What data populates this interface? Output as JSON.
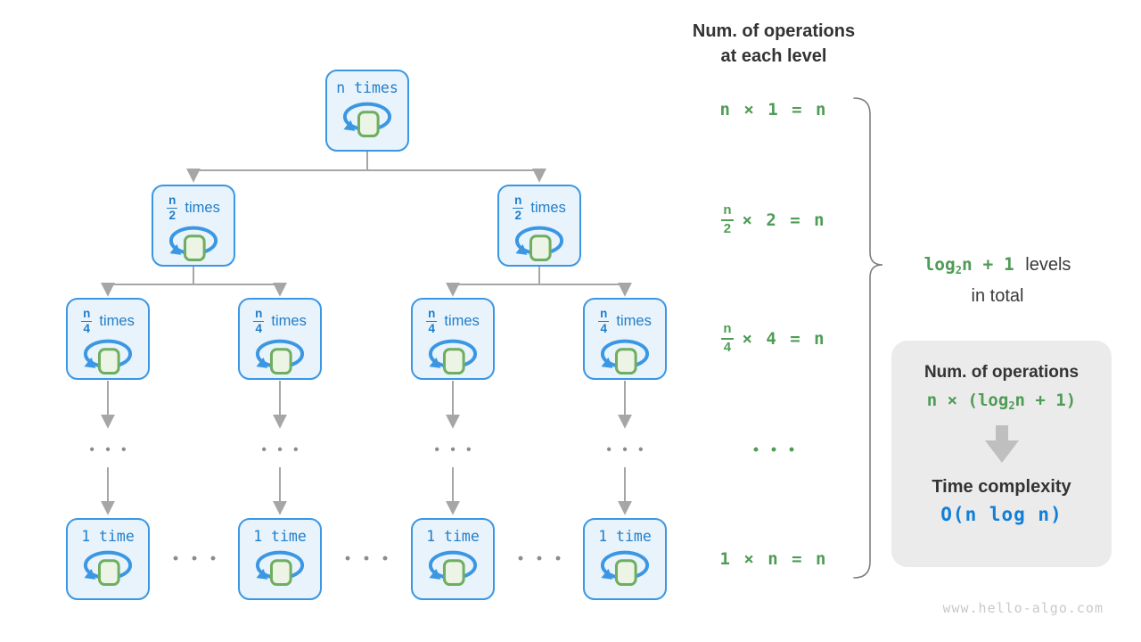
{
  "header": {
    "line1": "Num. of operations",
    "line2": "at each level"
  },
  "tree": {
    "root": {
      "label": "n times"
    },
    "half": {
      "num": "n",
      "den": "2",
      "suffix": "times"
    },
    "quarter": {
      "num": "n",
      "den": "4",
      "suffix": "times"
    },
    "leaf": {
      "label": "1 time"
    },
    "ellipsis": "•••",
    "colors": {
      "node_fill": "#e9f3fb",
      "node_border": "#3b97e3",
      "node_text": "#1f7ecb",
      "loop_square_fill": "#ecf4e6",
      "loop_square_border": "#6fae60",
      "connector": "#a6a6a6"
    }
  },
  "ops": {
    "color": "#4e9c55",
    "rows": [
      {
        "text": "n × 1 = n"
      },
      {
        "num": "n",
        "den": "2",
        "rest": "× 2 = n"
      },
      {
        "num": "n",
        "den": "4",
        "rest": "× 4 = n"
      },
      {
        "text": "•••"
      },
      {
        "text": "1 × n = n"
      }
    ]
  },
  "levels": {
    "log": "log",
    "sub": "2",
    "rest": "n + 1",
    "label_line1": "levels",
    "label_line2": "in total"
  },
  "panel": {
    "title": "Num. of operations",
    "formula_pre": "n × (log",
    "formula_sub": "2",
    "formula_post": "n + 1)",
    "subtitle": "Time complexity",
    "complexity": "O(n log n)",
    "bg": "#ebebeb",
    "complexity_color": "#117fd8"
  },
  "watermark": "www.hello-algo.com"
}
